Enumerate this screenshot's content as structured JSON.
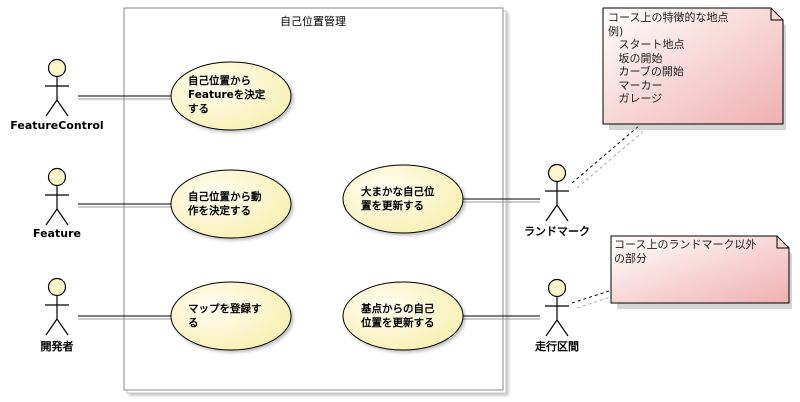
{
  "system": {
    "title": "自己位置管理"
  },
  "actors": {
    "feature_control": "FeatureControl",
    "feature": "Feature",
    "developer": "開発者",
    "landmark": "ランドマーク",
    "section": "走行区間"
  },
  "usecases": {
    "decide_feature": "自己位置から\nFeatureを決定\nする",
    "decide_action": "自己位置から動\n作を決定する",
    "update_rough": "大まかな自己位\n置を更新する",
    "register_map": "マップを登録す\nる",
    "update_from_base": "基点からの自己\n位置を更新する"
  },
  "notes": {
    "landmark_note": "コース上の特徴的な地点\n例)\n   スタート地点\n   坂の開始\n   カーブの開始\n   マーカー\n   ガレージ",
    "section_note": "コース上のランドマーク以外\nの部分"
  },
  "colors": {
    "usecase_fill": "#fffbd6",
    "actor_head_fill": "#fdf6c8",
    "note_fill_light": "#fdf2f2",
    "note_fill_dark": "#f3b8b8",
    "line": "#000000"
  }
}
